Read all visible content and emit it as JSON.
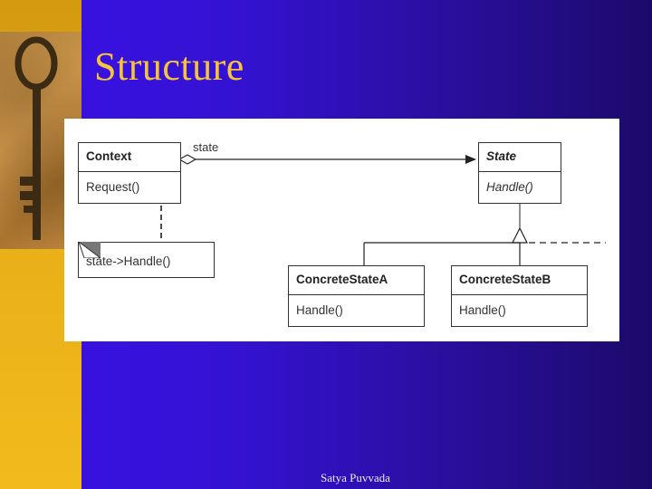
{
  "slide": {
    "title": "Structure",
    "footer": "Satya Puvvada",
    "colors": {
      "title": "#f6c43c",
      "background": "#3412d2",
      "band": "#e8ae18"
    }
  },
  "decor": {
    "left_image": "antique-key-icon"
  },
  "diagram": {
    "classes": {
      "context": {
        "name": "Context",
        "operation": "Request()"
      },
      "state": {
        "name": "State",
        "operation": "Handle()"
      },
      "concrete_a": {
        "name": "ConcreteStateA",
        "operation": "Handle()"
      },
      "concrete_b": {
        "name": "ConcreteStateB",
        "operation": "Handle()"
      }
    },
    "association_label": "state",
    "note": "state->Handle()"
  }
}
